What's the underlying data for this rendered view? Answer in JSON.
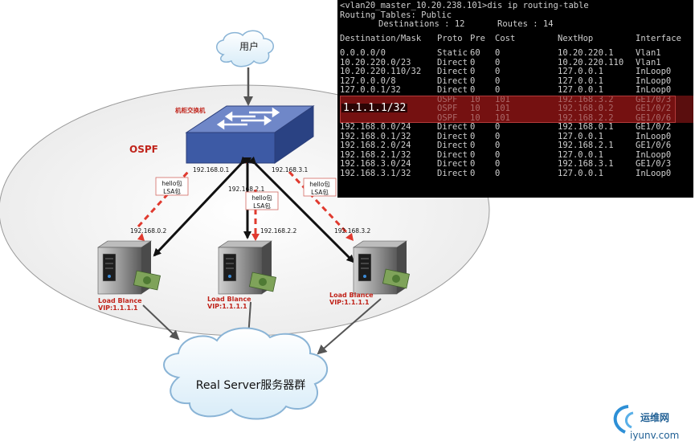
{
  "diagram": {
    "user_label": "用户",
    "switch_label": "机柜交换机",
    "ospf_label": "OSPF",
    "switch_ips": [
      "192.168.0.1",
      "192.168.2.1",
      "192.168.3.1"
    ],
    "server_ips": [
      "192.168.0.2",
      "192.168.2.2",
      "192.168.3.2"
    ],
    "hello_label": "hello包",
    "lsa_label": "LSA包",
    "lb_label": "Load Blance",
    "vip_label": "VIP:1.1.1.1",
    "real_server_label": "Real Server服务器群",
    "watermark_cn": "运维网",
    "watermark_url": "iyunv.com",
    "colors": {
      "red_dashed": "#e03a2f",
      "switch": "#3d5aa5",
      "label_red": "#c0241b"
    }
  },
  "terminal": {
    "prompt": "<vlan20_master_10.20.238.101>dis ip routing-table",
    "table_title": "Routing Tables: Public",
    "destinations_label": "Destinations : 12",
    "routes_label": "Routes : 14",
    "headers": [
      "Destination/Mask",
      "Proto",
      "Pre",
      "Cost",
      "NextHop",
      "Interface"
    ],
    "rows": [
      [
        "0.0.0.0/0",
        "Static",
        "60",
        "0",
        "10.20.220.1",
        "Vlan1"
      ],
      [
        "10.20.220.0/23",
        "Direct",
        "0",
        "0",
        "10.20.220.110",
        "Vlan1"
      ],
      [
        "10.20.220.110/32",
        "Direct",
        "0",
        "0",
        "127.0.0.1",
        "InLoop0"
      ],
      [
        "127.0.0.0/8",
        "Direct",
        "0",
        "0",
        "127.0.0.1",
        "InLoop0"
      ],
      [
        "127.0.0.1/32",
        "Direct",
        "0",
        "0",
        "127.0.0.1",
        "InLoop0"
      ],
      [
        "",
        "OSPF",
        "10",
        "101",
        "192.168.3.2",
        "GE1/0/3"
      ],
      [
        "",
        "OSPF",
        "10",
        "101",
        "192.168.0.2",
        "GE1/0/2"
      ],
      [
        "",
        "OSPF",
        "10",
        "101",
        "192.168.2.2",
        "GE1/0/6"
      ],
      [
        "192.168.0.0/24",
        "Direct",
        "0",
        "0",
        "192.168.0.1",
        "GE1/0/2"
      ],
      [
        "192.168.0.1/32",
        "Direct",
        "0",
        "0",
        "127.0.0.1",
        "InLoop0"
      ],
      [
        "192.168.2.0/24",
        "Direct",
        "0",
        "0",
        "192.168.2.1",
        "GE1/0/6"
      ],
      [
        "192.168.2.1/32",
        "Direct",
        "0",
        "0",
        "127.0.0.1",
        "InLoop0"
      ],
      [
        "192.168.3.0/24",
        "Direct",
        "0",
        "0",
        "192.168.3.1",
        "GE1/0/3"
      ],
      [
        "192.168.3.1/32",
        "Direct",
        "0",
        "0",
        "127.0.0.1",
        "InLoop0"
      ]
    ],
    "ospf_destination": "1.1.1.1/32"
  }
}
